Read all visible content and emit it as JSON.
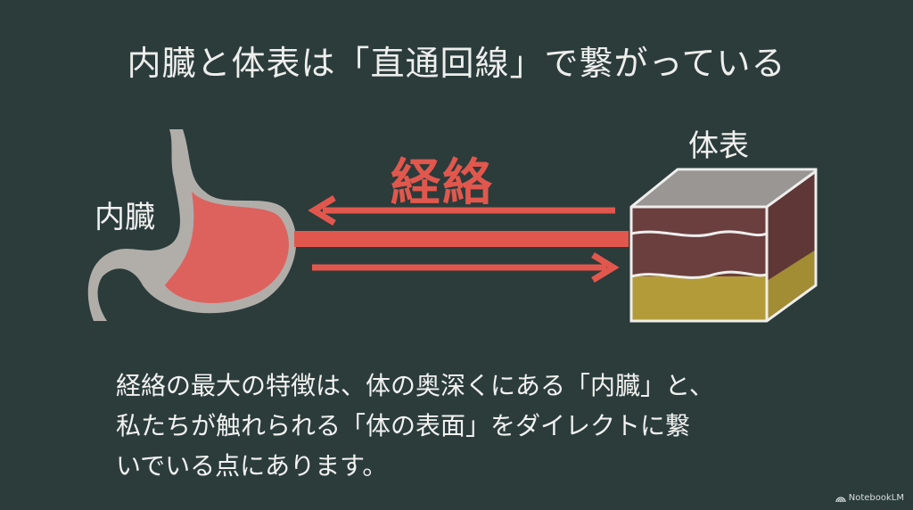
{
  "title": "内臓と体表は「直通回線」で繋がっている",
  "diagram": {
    "organ_label": "内臓",
    "skin_label": "体表",
    "meridian_label": "経絡",
    "accent_color": "#e2574d"
  },
  "body_lines": [
    "経絡の最大の特徴は、体の奥深くにある「内臓」と、",
    "私たちが触れられる「体の表面」をダイレクトに繋",
    "いでいる点にあります。"
  ],
  "watermark": "NotebookLM"
}
